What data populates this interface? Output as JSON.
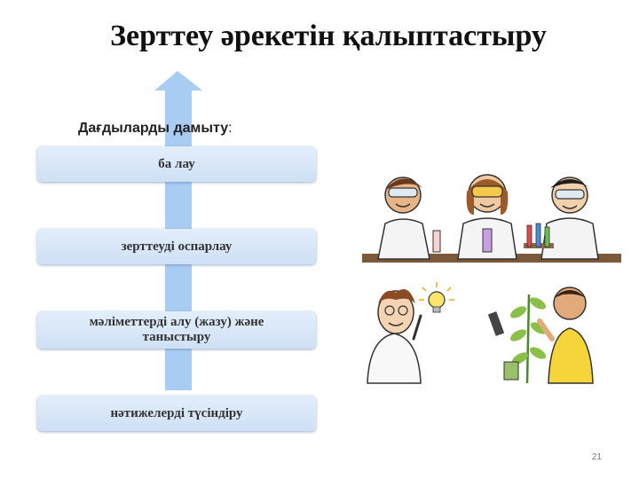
{
  "title": "Зерттеу  әрекетін қалыптастыру",
  "subtitle": "Дағдыларды дамыту",
  "subtitle_colon": ":",
  "steps": [
    {
      "label": "ба    лау"
    },
    {
      "label": "зерттеуді    оспарлау"
    },
    {
      "label": "мәліметтерді алу (жазу) және таныстыру"
    },
    {
      "label": "нәтижелерді түсіндіру"
    }
  ],
  "page_number": "21",
  "colors": {
    "arrow": "#a9cdf2",
    "bar": "#d7e6f7"
  }
}
